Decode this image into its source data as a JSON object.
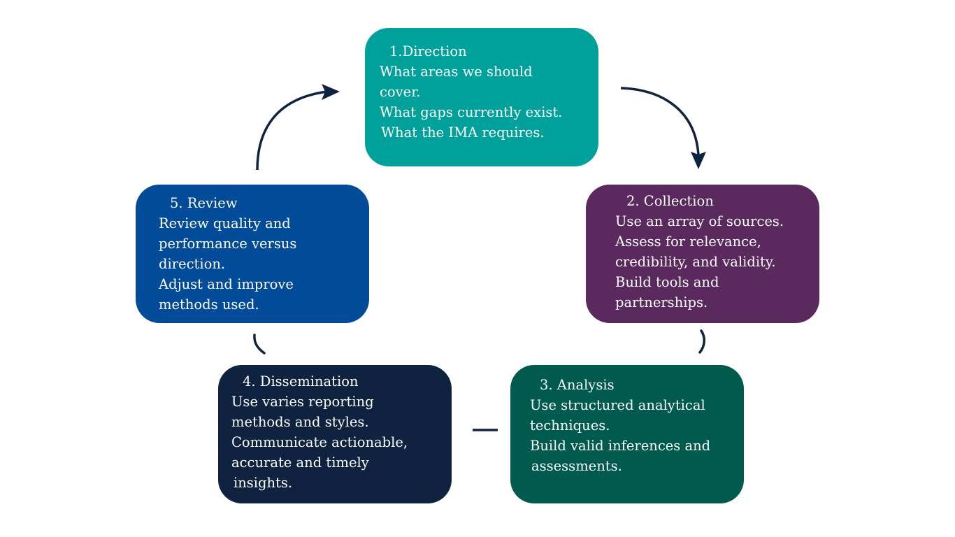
{
  "diagram": {
    "type": "cycle",
    "connector_color": "#0f2340",
    "stages": [
      {
        "id": "direction",
        "title": "1.Direction",
        "color": "#00a19a",
        "lines": [
          "What areas we should",
          "cover.",
          "What gaps currently exist.",
          "What the IMA requires."
        ]
      },
      {
        "id": "collection",
        "title": "2. Collection",
        "color": "#5a2a5e",
        "lines": [
          "Use an array of sources.",
          "Assess for relevance,",
          "credibility, and validity.",
          "Build tools and",
          "partnerships."
        ]
      },
      {
        "id": "analysis",
        "title": "3. Analysis",
        "color": "#005b4e",
        "lines": [
          "Use structured analytical",
          "techniques.",
          "Build valid inferences and",
          "assessments."
        ]
      },
      {
        "id": "dissemination",
        "title": "4. Dissemination",
        "color": "#0f2340",
        "lines": [
          "Use varies reporting",
          "methods and styles.",
          "Communicate actionable,",
          "accurate and timely",
          "insights."
        ]
      },
      {
        "id": "review",
        "title": "5. Review",
        "color": "#024b99",
        "lines": [
          "Review quality and",
          "performance versus",
          "direction.",
          "Adjust and improve",
          "methods used."
        ]
      }
    ],
    "connectors": [
      {
        "from": "direction",
        "to": "collection",
        "style": "curved-arrow"
      },
      {
        "from": "collection",
        "to": "analysis",
        "style": "arc"
      },
      {
        "from": "analysis",
        "to": "dissemination",
        "style": "line"
      },
      {
        "from": "dissemination",
        "to": "review",
        "style": "arc"
      },
      {
        "from": "review",
        "to": "direction",
        "style": "curved-arrow"
      }
    ]
  }
}
